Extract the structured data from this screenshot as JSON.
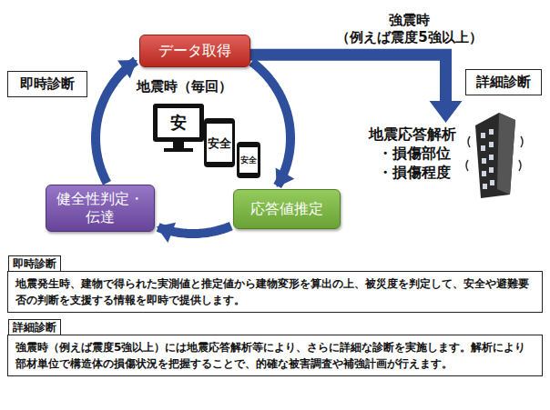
{
  "diagram": {
    "nodes": [
      {
        "text": [
          "データ取得"
        ]
      },
      {
        "text": [
          "応答値推定"
        ]
      },
      {
        "text": [
          "健全性判定・ 伝達"
        ]
      },
      {
        "text": [
          "即時診断"
        ]
      },
      {
        "text": [
          "詳細診断"
        ]
      },
      {
        "text": [
          "地震応答解析",
          "・損傷部位",
          "・損傷程度"
        ]
      },
      {
        "text": [
          "即時診断",
          "地震発生時、建物で得られた実測値と推定値から建物変形を算出の上、被災度を判定して、安全や避難要否の判断を支援する情報を即時で提供します。"
        ]
      },
      {
        "text": [
          "詳細診断",
          "強震時（例えば震度5強以上）には地震応答解析等により、さらに詳細な診断を実施します。解析により部材単位で構造体の損傷状況を把握することで、的確な被害調査や補強計画が行えます。"
        ]
      }
    ],
    "edges": [
      {
        "from": 0,
        "to": 1,
        "arrow": "to"
      },
      {
        "from": 1,
        "to": 2,
        "arrow": "to"
      },
      {
        "from": 2,
        "to": 0,
        "arrow": "to"
      },
      {
        "from": 0,
        "to": 5,
        "label": "強震時 （例えば震度5強以上）",
        "arrow": "to"
      }
    ],
    "labels": [
      "地震時（毎回）",
      "安",
      "安全",
      "安全"
    ]
  }
}
